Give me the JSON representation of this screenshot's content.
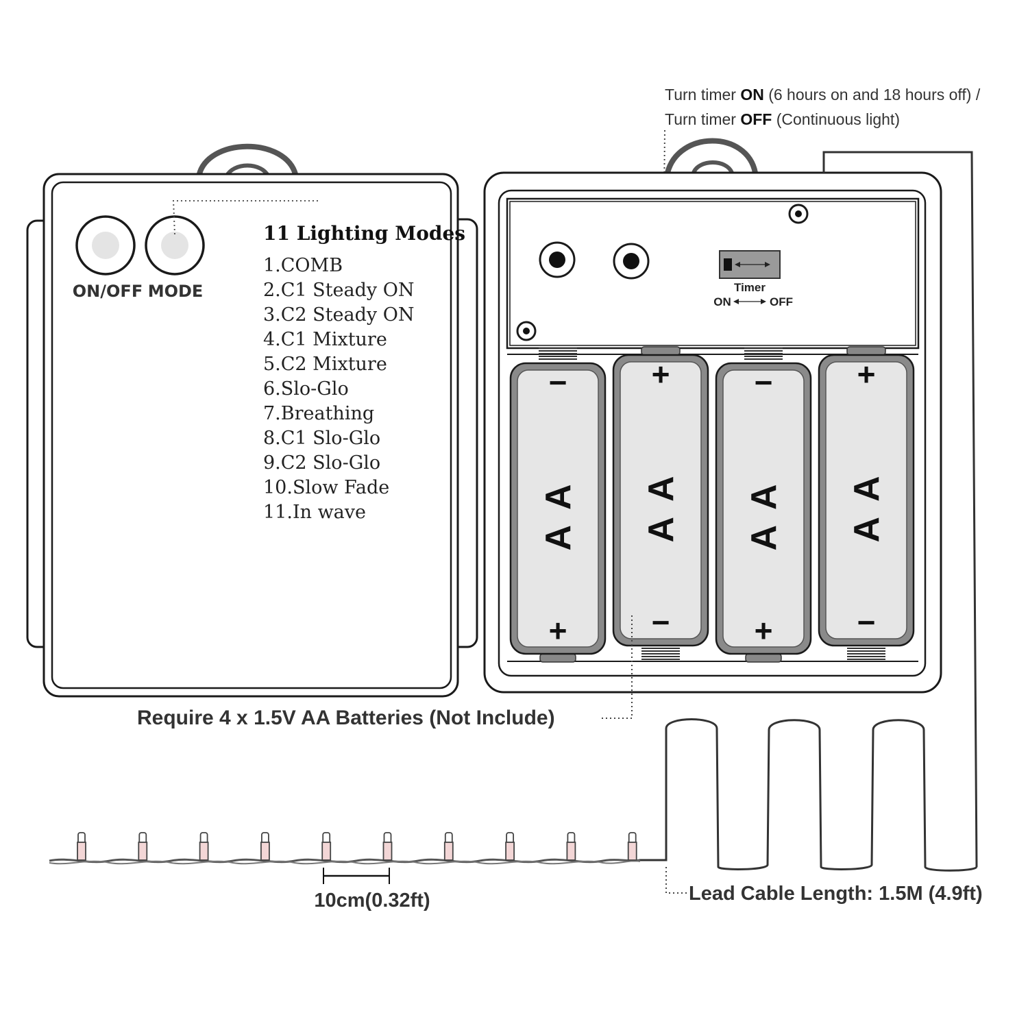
{
  "colors": {
    "outline": "#1a1a1a",
    "battery_body": "#e6e6e6",
    "battery_rim": "#8a8a8a",
    "bulb": "#f3d6d6",
    "text_gray": "#333333",
    "button_dot": "#e4e4e4"
  },
  "timer_note": {
    "line1_prefix": "Turn timer ",
    "line1_bold": "ON",
    "line1_suffix": " (6 hours on and 18 hours off) /",
    "line2_prefix": "Turn timer ",
    "line2_bold": "OFF",
    "line2_suffix": " (Continuous light)"
  },
  "control_box": {
    "buttons": [
      {
        "label": "ON/OFF"
      },
      {
        "label": "MODE"
      }
    ],
    "modes_title": "11 Lighting Modes",
    "modes": [
      "1.COMB",
      "2.C1 Steady ON",
      "3.C2 Steady ON",
      "4.C1 Mixture",
      "5.C2 Mixture",
      "6.Slo-Glo",
      "7.Breathing",
      "8.C1 Slo-Glo",
      "9.C2 Slo-Glo",
      "10.Slow Fade",
      "11.In wave"
    ]
  },
  "battery_box": {
    "timer_switch_label": "Timer",
    "timer_on": "ON",
    "timer_off": "OFF",
    "batteries": [
      {
        "top": "−",
        "bottom": "+",
        "text": "AA"
      },
      {
        "top": "+",
        "bottom": "−",
        "text": "AA"
      },
      {
        "top": "−",
        "bottom": "+",
        "text": "AA"
      },
      {
        "top": "+",
        "bottom": "−",
        "text": "AA"
      }
    ]
  },
  "requirement_text": "Require 4 x 1.5V AA Batteries (Not Include)",
  "spacing_label": "10cm(0.32ft)",
  "lead_cable_label": "Lead Cable Length: 1.5M (4.9ft)",
  "bulb_count": 10
}
